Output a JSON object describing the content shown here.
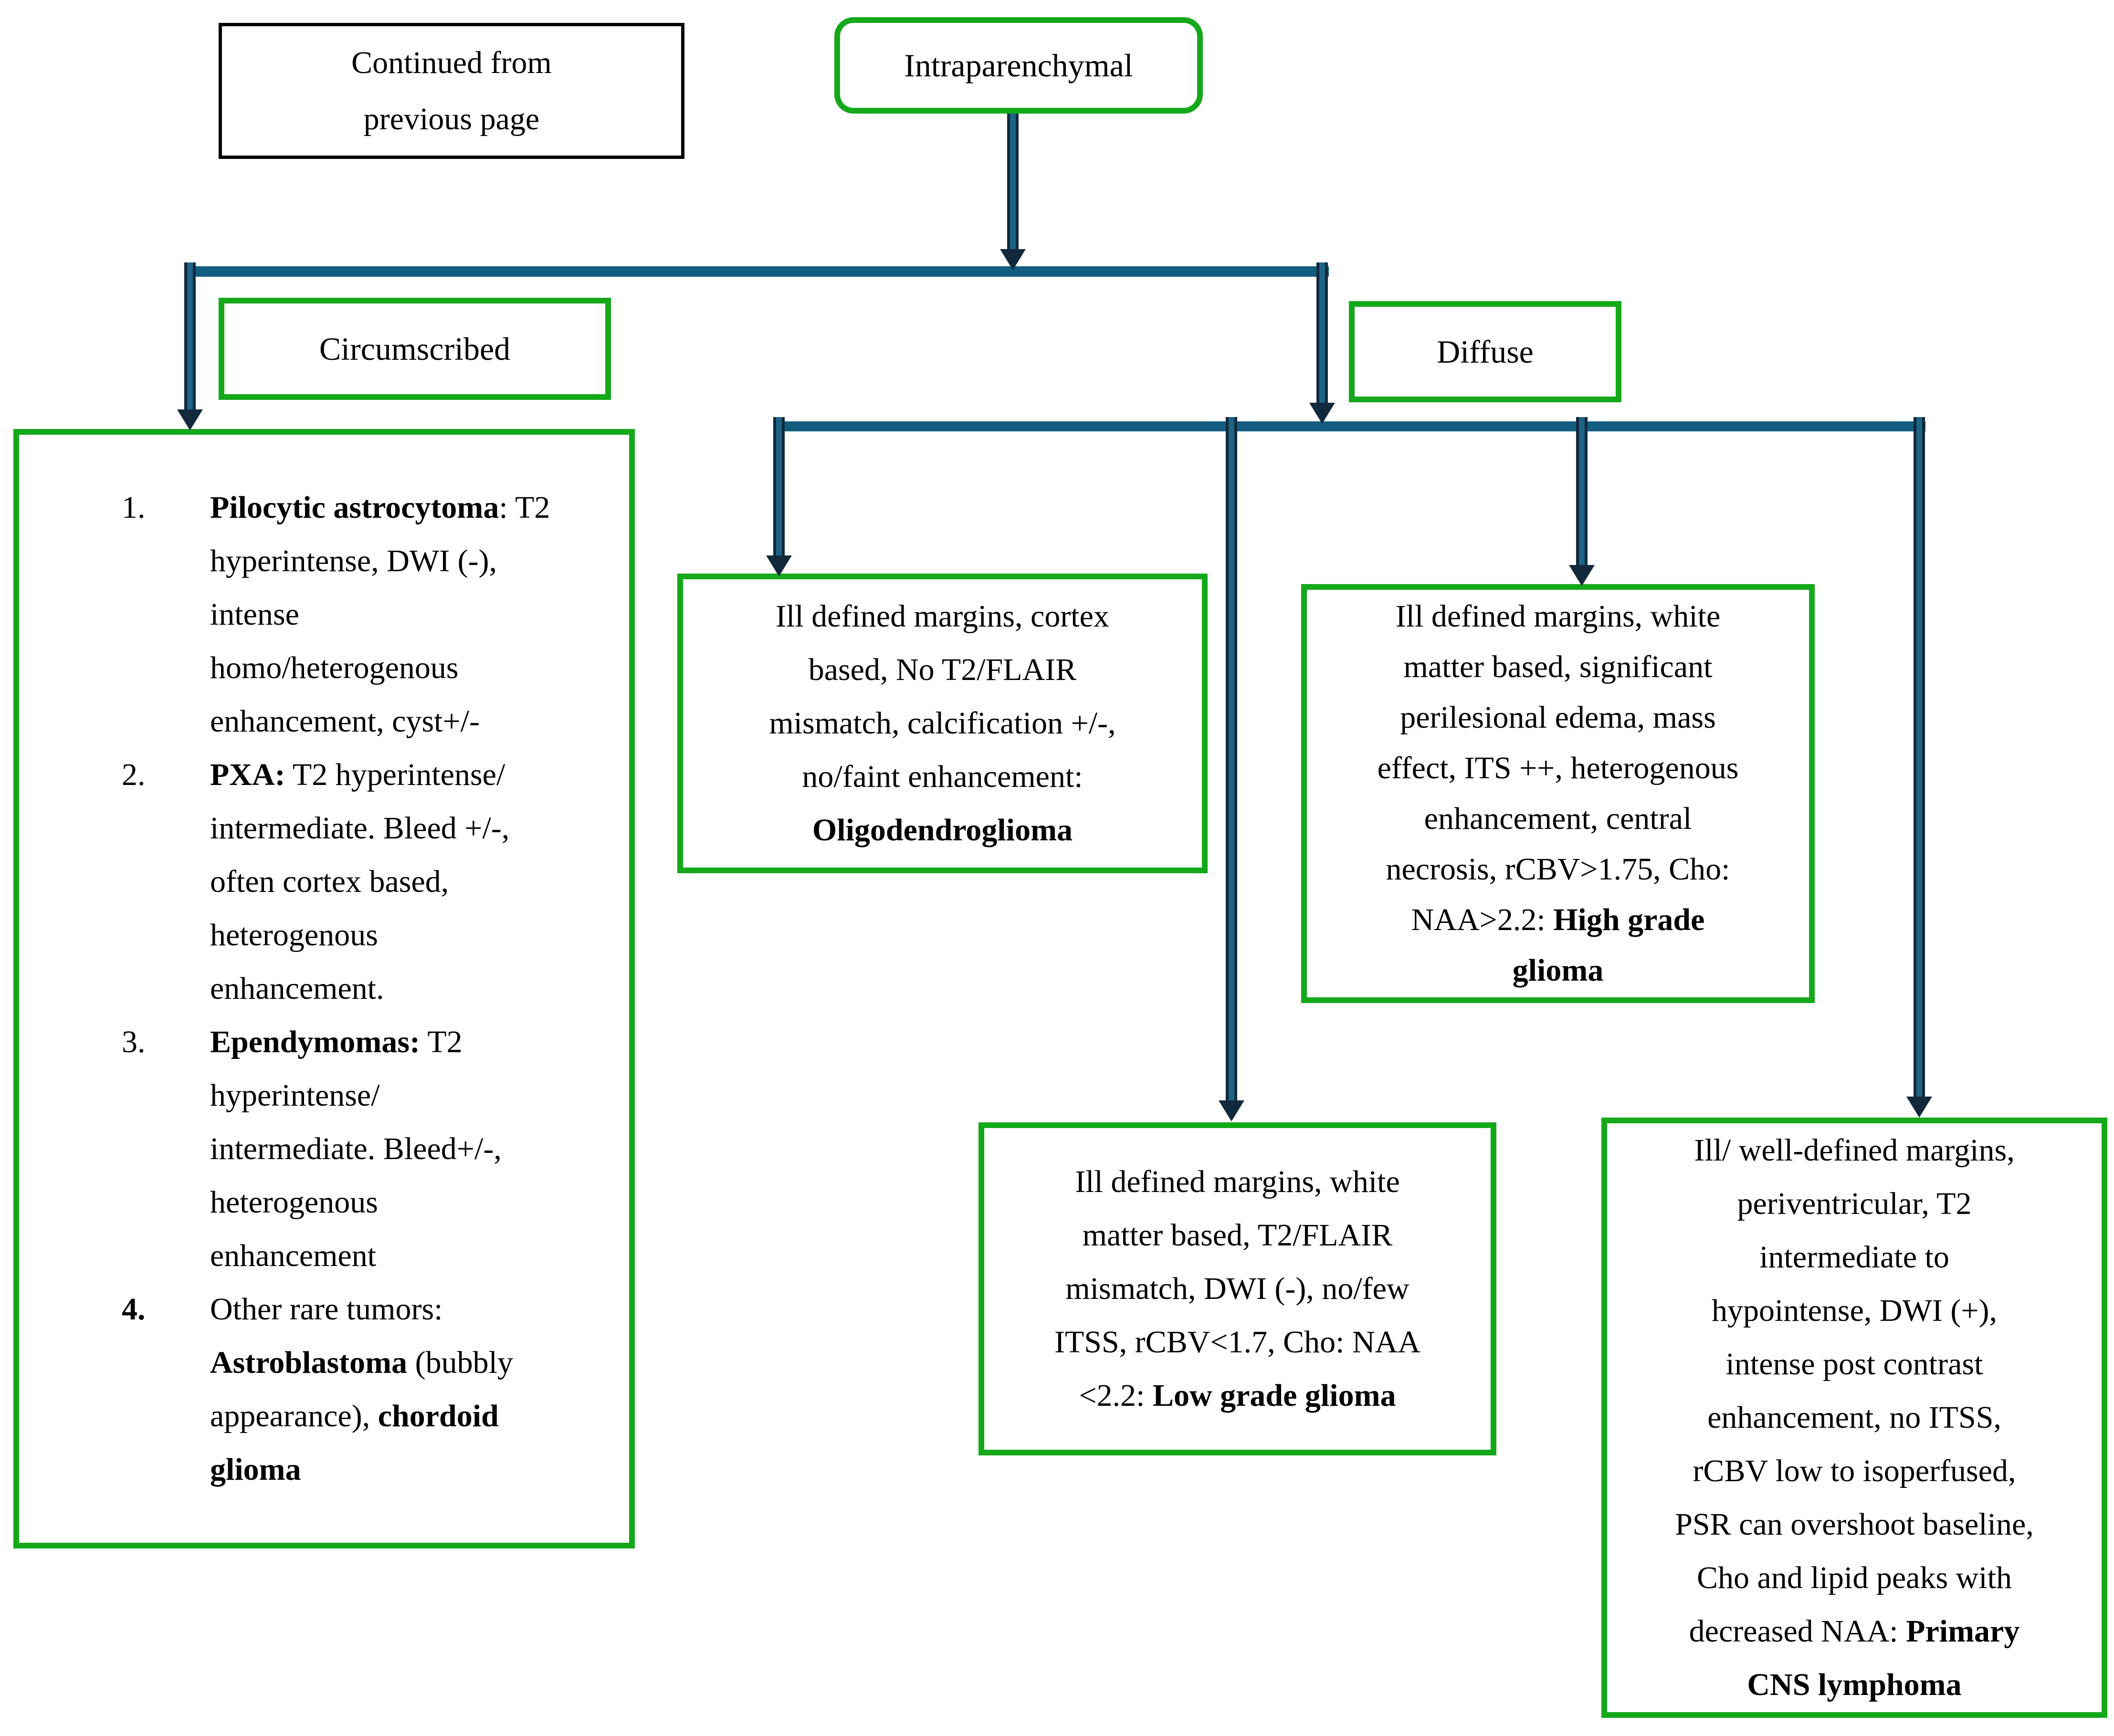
{
  "figure": {
    "colors": {
      "box_border_green": "#14A81A",
      "connector_bar_teal": "#135E80",
      "connector_arrow_navy": "#12293C",
      "note_border_black": "#000000",
      "text": "#000000",
      "background": "#ffffff"
    },
    "nodes": {
      "continued_note": {
        "lines": [
          [
            {
              "t": "Continued from"
            }
          ],
          [
            {
              "t": "previous page"
            }
          ]
        ]
      },
      "root": {
        "label": "Intraparenchymal"
      },
      "branch_left": {
        "label": "Circumscribed"
      },
      "branch_right": {
        "label": "Diffuse"
      },
      "circumscribed_tumors": {
        "items": [
          {
            "num": [
              [
                {
                  "t": "1."
                }
              ]
            ],
            "lines": [
              [
                {
                  "t": "Pilocytic astrocytoma",
                  "b": true
                },
                {
                  "t": ": T2"
                }
              ],
              [
                {
                  "t": "hyperintense, DWI (-),"
                }
              ],
              [
                {
                  "t": "intense"
                }
              ],
              [
                {
                  "t": "homo/heterogenous"
                }
              ],
              [
                {
                  "t": "enhancement, cyst+/-"
                }
              ]
            ]
          },
          {
            "num": [
              [
                {
                  "t": "2."
                }
              ]
            ],
            "lines": [
              [
                {
                  "t": "PXA:",
                  "b": true
                },
                {
                  "t": " T2 hyperintense/"
                }
              ],
              [
                {
                  "t": "intermediate. Bleed +/-,"
                }
              ],
              [
                {
                  "t": "often cortex based,"
                }
              ],
              [
                {
                  "t": "heterogenous"
                }
              ],
              [
                {
                  "t": "enhancement."
                }
              ]
            ]
          },
          {
            "num": [
              [
                {
                  "t": "3."
                }
              ]
            ],
            "lines": [
              [
                {
                  "t": "Ependymomas:",
                  "b": true
                },
                {
                  "t": " T2"
                }
              ],
              [
                {
                  "t": "hyperintense/"
                }
              ],
              [
                {
                  "t": "intermediate. Bleed+/-,"
                }
              ],
              [
                {
                  "t": "heterogenous"
                }
              ],
              [
                {
                  "t": "enhancement"
                }
              ]
            ]
          },
          {
            "num": [
              [
                {
                  "t": "4.",
                  "b": true
                }
              ]
            ],
            "lines": [
              [
                {
                  "t": "Other rare tumors:"
                }
              ],
              [
                {
                  "t": "Astroblastoma",
                  "b": true
                },
                {
                  "t": " (bubbly"
                }
              ],
              [
                {
                  "t": "appearance), "
                },
                {
                  "t": "chordoid",
                  "b": true
                }
              ],
              [
                {
                  "t": "glioma",
                  "b": true
                }
              ]
            ]
          }
        ]
      },
      "oligodendroglioma": {
        "lines": [
          [
            {
              "t": "Ill defined margins, cortex"
            }
          ],
          [
            {
              "t": "based, No T2/FLAIR"
            }
          ],
          [
            {
              "t": "mismatch, calcification +/-,"
            }
          ],
          [
            {
              "t": "no/faint enhancement:"
            }
          ],
          [
            {
              "t": "Oligodendroglioma",
              "b": true
            }
          ]
        ]
      },
      "high_grade_glioma": {
        "lines": [
          [
            {
              "t": "Ill defined margins, white"
            }
          ],
          [
            {
              "t": "matter based, significant"
            }
          ],
          [
            {
              "t": "perilesional edema, mass"
            }
          ],
          [
            {
              "t": "effect, ITS ++, heterogenous"
            }
          ],
          [
            {
              "t": "enhancement, central"
            }
          ],
          [
            {
              "t": "necrosis, rCBV>1.75, Cho:"
            }
          ],
          [
            {
              "t": "NAA>2.2: "
            },
            {
              "t": "High grade",
              "b": true
            }
          ],
          [
            {
              "t": "glioma",
              "b": true
            }
          ]
        ]
      },
      "low_grade_glioma": {
        "lines": [
          [
            {
              "t": "Ill defined margins, white"
            }
          ],
          [
            {
              "t": "matter based, T2/FLAIR"
            }
          ],
          [
            {
              "t": "mismatch, DWI (-), no/few"
            }
          ],
          [
            {
              "t": "ITSS, rCBV<1.7, Cho: NAA"
            }
          ],
          [
            {
              "t": "<2.2: "
            },
            {
              "t": "Low grade glioma",
              "b": true
            }
          ]
        ]
      },
      "primary_cns_lymphoma": {
        "lines": [
          [
            {
              "t": "Ill/ well-defined margins,"
            }
          ],
          [
            {
              "t": "periventricular, T2"
            }
          ],
          [
            {
              "t": "intermediate to"
            }
          ],
          [
            {
              "t": "hypointense, DWI (+),"
            }
          ],
          [
            {
              "t": "intense post contrast"
            }
          ],
          [
            {
              "t": "enhancement, no ITSS,"
            }
          ],
          [
            {
              "t": "rCBV low to isoperfused,"
            }
          ],
          [
            {
              "t": "PSR can overshoot baseline,"
            }
          ],
          [
            {
              "t": "Cho and lipid peaks with"
            }
          ],
          [
            {
              "t": "decreased NAA: "
            },
            {
              "t": "Primary",
              "b": true
            }
          ],
          [
            {
              "t": "CNS lymphoma",
              "b": true
            }
          ]
        ]
      }
    }
  }
}
